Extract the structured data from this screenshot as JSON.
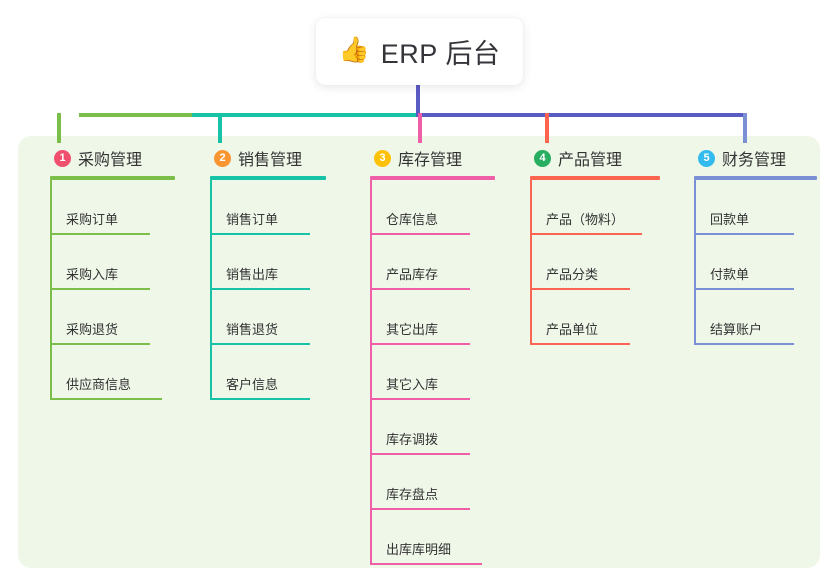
{
  "root": {
    "icon": "thumbs-up-emoji",
    "icon_glyph": "👍",
    "title": "ERP 后台"
  },
  "palette": {
    "panel_background": "#eff7e9",
    "page_background": "#ffffff",
    "trunk": "#5b5bc4",
    "bus_green": "#7cbe4a",
    "bus_teal": "#17c3a7",
    "bus_blue": "#5b5bc4",
    "text": "#333333",
    "root_text": "#34343a"
  },
  "chart_data": {
    "type": "diagram",
    "title": "ERP 后台",
    "columns": 5,
    "total_leaf_nodes": 21
  },
  "columns": [
    {
      "index": "1",
      "badge_color": "#f0506e",
      "line_color": "#7cbe4a",
      "title": "采购管理",
      "items": [
        "采购订单",
        "采购入库",
        "采购退货",
        "供应商信息"
      ]
    },
    {
      "index": "2",
      "badge_color": "#fa9632",
      "line_color": "#17c3a7",
      "title": "销售管理",
      "items": [
        "销售订单",
        "销售出库",
        "销售退货",
        "客户信息"
      ]
    },
    {
      "index": "3",
      "badge_color": "#ffc107",
      "line_color": "#ee5fa7",
      "title": "库存管理",
      "items": [
        "仓库信息",
        "产品库存",
        "其它出库",
        "其它入库",
        "库存调拨",
        "库存盘点",
        "出库库明细"
      ]
    },
    {
      "index": "4",
      "badge_color": "#27ae60",
      "line_color": "#fa6450",
      "title": "产品管理",
      "items": [
        "产品（物料）",
        "产品分类",
        "产品单位"
      ]
    },
    {
      "index": "5",
      "badge_color": "#33bbee",
      "line_color": "#7b8fd4",
      "title": "财务管理",
      "items": [
        "回款单",
        "付款单",
        "结算账户"
      ]
    }
  ]
}
